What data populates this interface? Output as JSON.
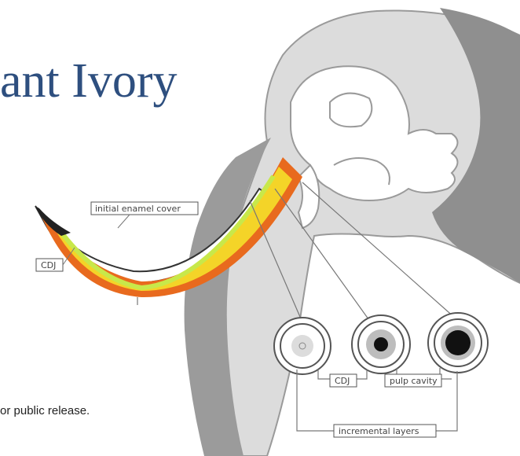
{
  "title": "ant Ivory",
  "footer_note": "or public release.",
  "labels": {
    "initial_enamel_cover": "initial enamel cover",
    "cdj_tusk": "CDJ",
    "cdj_bottom": "CDJ",
    "pulp_cavity": "pulp cavity",
    "incremental_layers": "incremental layers"
  },
  "colors": {
    "title": "#2e4f7f",
    "head": "#d9d9d9",
    "trunk": "#9a9a9a",
    "tusk_green": "#c8e84a",
    "tusk_orange": "#e86a1e",
    "tusk_yellow": "#f4d428",
    "enamel": "#ffffff",
    "pulp": "#111111"
  },
  "cross_sections": [
    {
      "name": "cross-section-tip",
      "pulp": "small-outline"
    },
    {
      "name": "cross-section-middle",
      "pulp": "medium-black"
    },
    {
      "name": "cross-section-base",
      "pulp": "large-black"
    }
  ]
}
